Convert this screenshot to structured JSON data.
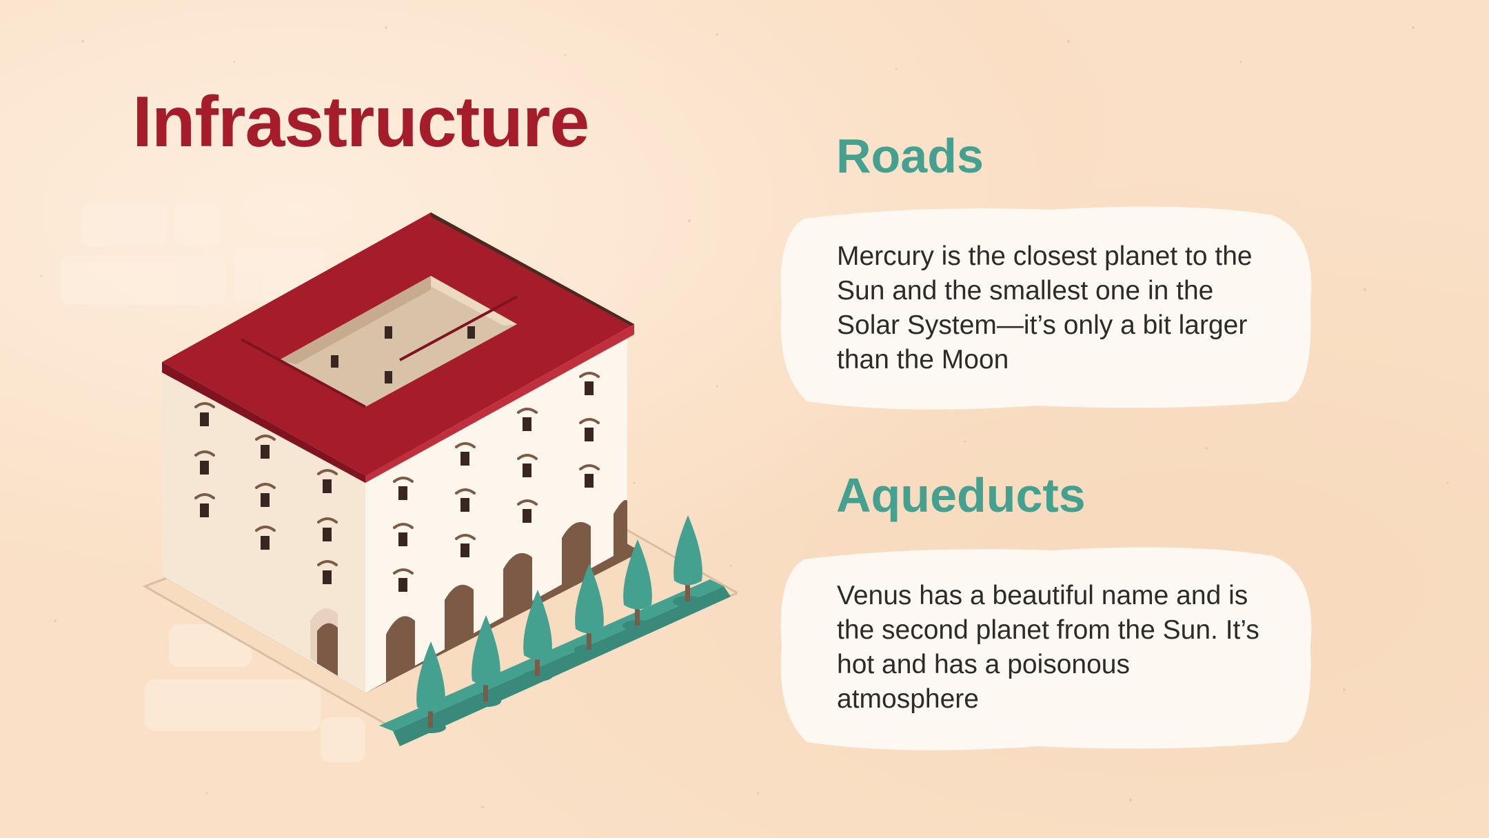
{
  "title": "Infrastructure",
  "sections": [
    {
      "heading": "Roads",
      "text": "Mercury is the closest planet to the Sun and the smallest one in the Solar System—it’s only a bit larger than the Moon"
    },
    {
      "heading": "Aqueducts",
      "text": "Venus has a beautiful name and is the second planet from the Sun. It’s hot and has a poisonous atmosphere"
    }
  ],
  "colors": {
    "background": "#f9e0c6",
    "title": "#a51c2b",
    "heading": "#44a08f",
    "roof": "#a51c2b",
    "wall": "#fdf3e6",
    "tree": "#44a08f"
  },
  "illustration": "isometric-roman-building-with-trees"
}
